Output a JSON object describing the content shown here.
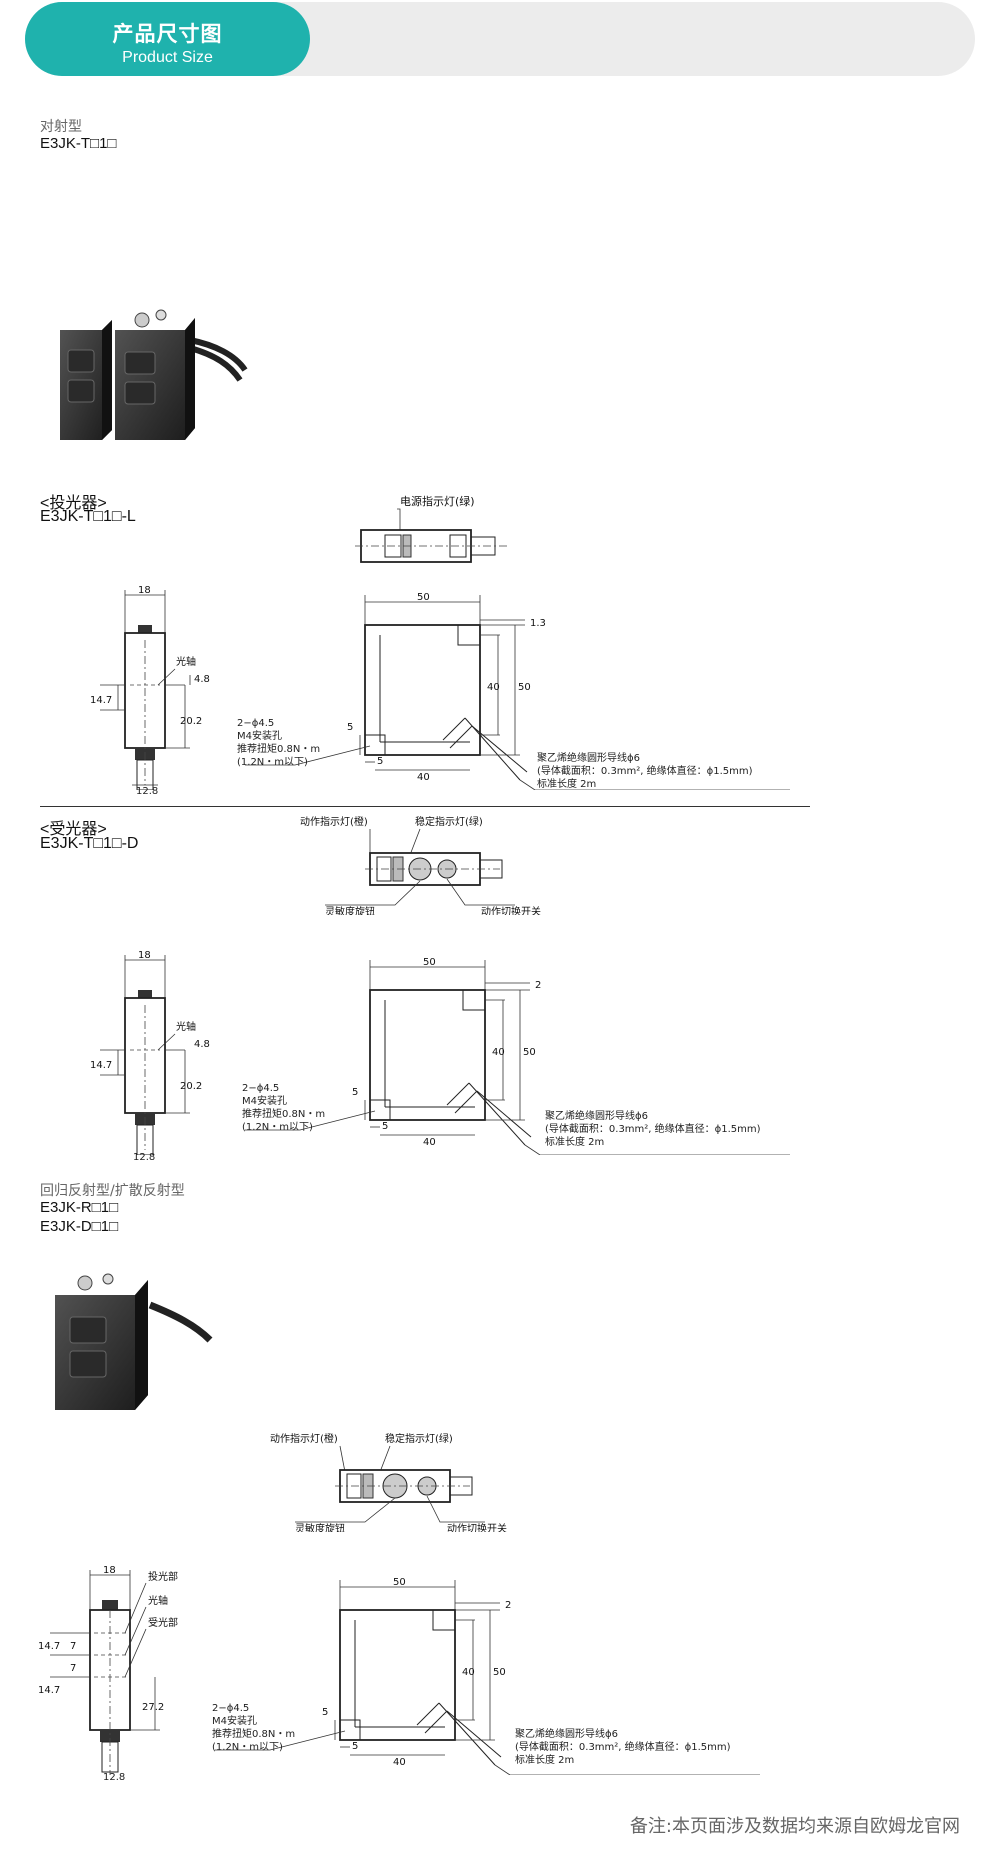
{
  "header": {
    "title_cn": "产品尺寸图",
    "title_en": "Product Size"
  },
  "section1": {
    "type_label": "对射型",
    "model": "E3JK-T□1□",
    "emitter": {
      "title": "<投光器>",
      "model": "E3JK-T□1□-L",
      "callouts": {
        "power_led": "电源指示灯(绿)",
        "optical_axis": "光轴"
      },
      "dims": {
        "w18": "18",
        "d14_7": "14.7",
        "d4_8": "4.8",
        "d20_2": "20.2",
        "d12_8": "12.8",
        "d50": "50",
        "d1_3": "1.3",
        "d40v": "40",
        "d50v": "50",
        "d5a": "5",
        "d5b": "5",
        "d40": "40"
      },
      "hole": [
        "2−ϕ4.5",
        "M4安装孔",
        "推荐扭矩0.8N・m",
        "(1.2N・m以下)"
      ],
      "cable": [
        "聚乙烯绝缘圆形导线ϕ6",
        "(导体截面积：0.3mm², 绝缘体直径：ϕ1.5mm)",
        "标准长度 2m"
      ]
    },
    "receiver": {
      "title": "<受光器>",
      "model": "E3JK-T□1□-D",
      "callouts": {
        "action_led": "动作指示灯(橙)",
        "stable_led": "稳定指示灯(绿)",
        "sensitivity_knob": "灵敏度旋钮",
        "mode_switch": "动作切换开关",
        "optical_axis": "光轴"
      },
      "dims": {
        "w18": "18",
        "d14_7": "14.7",
        "d4_8": "4.8",
        "d20_2": "20.2",
        "d12_8": "12.8",
        "d50": "50",
        "d2": "2",
        "d40v": "40",
        "d50v": "50",
        "d5a": "5",
        "d5b": "5",
        "d40": "40"
      },
      "hole": [
        "2−ϕ4.5",
        "M4安装孔",
        "推荐扭矩0.8N・m",
        "(1.2N・m以下)"
      ],
      "cable": [
        "聚乙烯绝缘圆形导线ϕ6",
        "(导体截面积：0.3mm², 绝缘体直径：ϕ1.5mm)",
        "标准长度 2m"
      ]
    }
  },
  "section2": {
    "type_label": "回归反射型/扩散反射型",
    "models": [
      "E3JK-R□1□",
      "E3JK-D□1□"
    ],
    "callouts": {
      "action_led": "动作指示灯(橙)",
      "stable_led": "稳定指示灯(绿)",
      "sensitivity_knob": "灵敏度旋钮",
      "mode_switch": "动作切换开关",
      "emitter_part": "投光部",
      "optical_axis": "光轴",
      "receiver_part": "受光部"
    },
    "dims": {
      "w18": "18",
      "d14_7a": "14.7",
      "d7a": "7",
      "d7b": "7",
      "d14_7b": "14.7",
      "d27_2": "27.2",
      "d12_8": "12.8",
      "d50": "50",
      "d2": "2",
      "d40v": "40",
      "d50v": "50",
      "d5a": "5",
      "d5b": "5",
      "d40": "40"
    },
    "hole": [
      "2−ϕ4.5",
      "M4安装孔",
      "推荐扭矩0.8N・m",
      "(1.2N・m以下)"
    ],
    "cable": [
      "聚乙烯绝缘圆形导线ϕ6",
      "(导体截面积：0.3mm², 绝缘体直径：ϕ1.5mm)",
      "标准长度 2m"
    ]
  },
  "footer_note": "备注:本页面涉及数据均来源自欧姆龙官网"
}
